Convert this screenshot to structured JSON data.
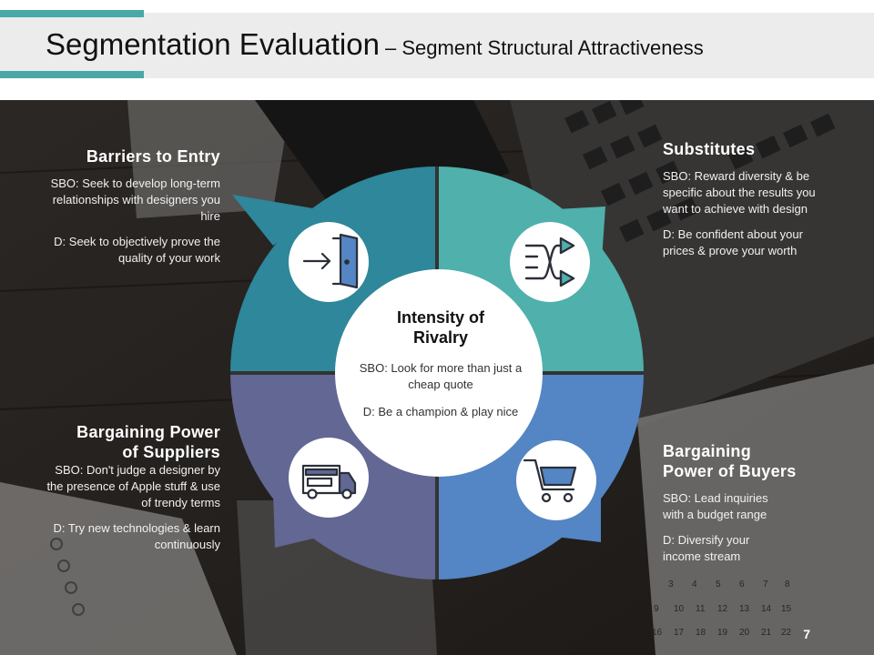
{
  "title": {
    "main": "Segmentation Evaluation",
    "sub": " – Segment Structural Attractiveness"
  },
  "segments": {
    "barriers": {
      "heading": "Barriers to Entry",
      "sbo": "SBO: Seek to develop long-term relationships with designers you hire",
      "d": "D: Seek to objectively prove the quality of your work",
      "color": "#2e879a",
      "icon": "door-enter-icon"
    },
    "substitutes": {
      "heading": "Substitutes",
      "sbo": "SBO: Reward diversity & be specific about the results you want to achieve with design",
      "d": "D: Be confident about your prices & prove your worth",
      "color": "#4fb0ac",
      "icon": "shuffle-arrows-icon"
    },
    "suppliers": {
      "heading_line1": "Bargaining Power",
      "heading_line2": "of Suppliers",
      "sbo": "SBO: Don't judge a designer by the presence of Apple stuff & use of trendy terms",
      "d": "D: Try new technologies & learn continuously",
      "color": "#626893",
      "icon": "food-truck-icon"
    },
    "buyers": {
      "heading_line1": "Bargaining",
      "heading_line2": "Power of Buyers",
      "sbo": "SBO: Lead inquiries with a budget range",
      "d": "D: Diversify your income stream",
      "color": "#5485c4",
      "icon": "shopping-cart-icon"
    }
  },
  "center": {
    "title_line1": "Intensity of",
    "title_line2": "Rivalry",
    "sbo": "SBO: Look for more than just a cheap quote",
    "d": "D: Be a champion & play nice"
  },
  "page_number": "7"
}
